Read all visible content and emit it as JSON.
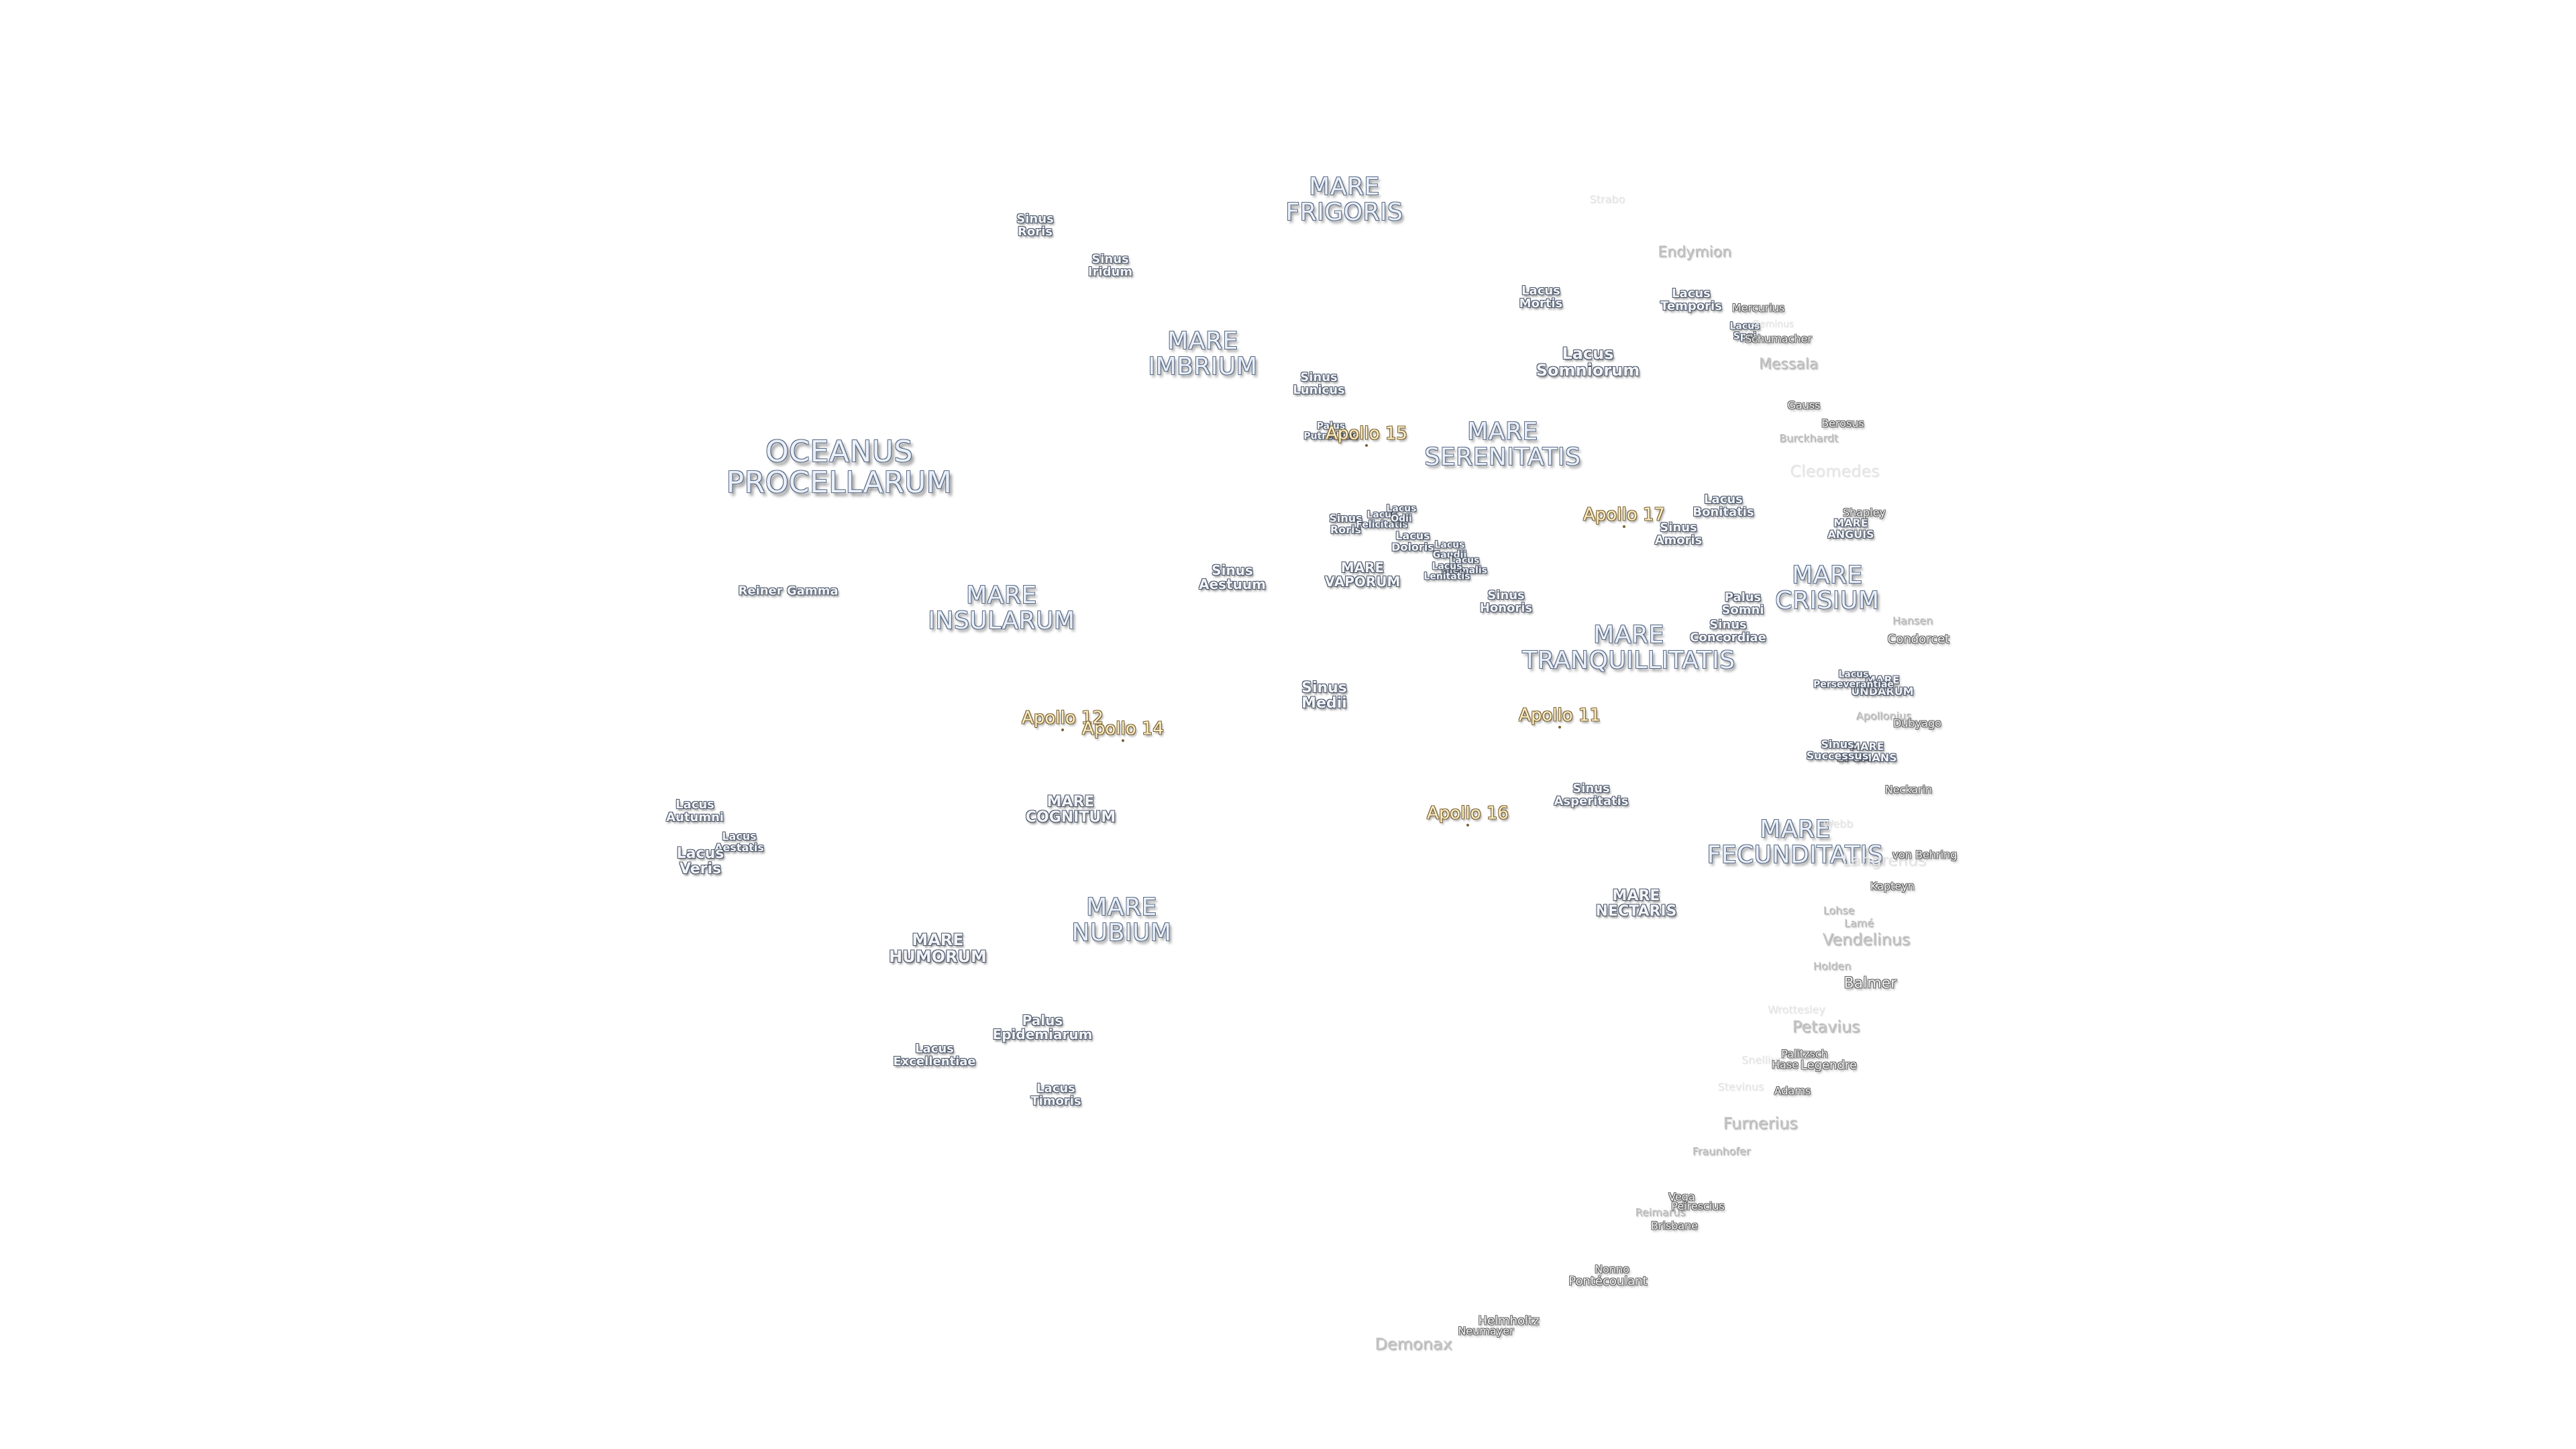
{
  "map": {
    "maria": [
      {
        "id": "mare-frigoris",
        "name": "MARE\nFRIGORIS"
      },
      {
        "id": "mare-imbrium",
        "name": "MARE\nIMBRIUM"
      },
      {
        "id": "oceanus-procellarum",
        "name": "OCEANUS\nPROCELLARUM"
      },
      {
        "id": "mare-serenitatis",
        "name": "MARE\nSERENITATIS"
      },
      {
        "id": "mare-vaporum",
        "name": "MARE\nVAPORUM"
      },
      {
        "id": "mare-insularum",
        "name": "MARE\nINSULARUM"
      },
      {
        "id": "mare-tranquillitatis",
        "name": "MARE\nTRANQUILLITATIS"
      },
      {
        "id": "mare-crisium",
        "name": "MARE\nCRISIUM"
      },
      {
        "id": "mare-anguis",
        "name": "MARE\nANGUIS"
      },
      {
        "id": "mare-undarum",
        "name": "MARE\nUNDARUM"
      },
      {
        "id": "mare-spumans",
        "name": "MARE\nSPUMANS"
      },
      {
        "id": "mare-cognitum",
        "name": "MARE\nCOGNITUM"
      },
      {
        "id": "mare-nubium",
        "name": "MARE\nNUBIUM"
      },
      {
        "id": "mare-humorum",
        "name": "MARE\nHUMORUM"
      },
      {
        "id": "mare-nectaris",
        "name": "MARE\nNECTARIS"
      },
      {
        "id": "mare-fecunditatis",
        "name": "MARE\nFECUNDITATIS"
      }
    ],
    "minor_features": [
      {
        "id": "sinus-roris",
        "name": "Sinus\nRoris"
      },
      {
        "id": "sinus-iridum",
        "name": "Sinus\nIridum"
      },
      {
        "id": "sinus-lunicus",
        "name": "Sinus\nLunicus"
      },
      {
        "id": "palus-putredinis",
        "name": "Palus\nPutredinis"
      },
      {
        "id": "lacus-mortis",
        "name": "Lacus\nMortis"
      },
      {
        "id": "lacus-temporis",
        "name": "Lacus\nTemporis"
      },
      {
        "id": "lacus-spei",
        "name": "Lacus\nSpei"
      },
      {
        "id": "lacus-somniorum",
        "name": "Lacus\nSomniorum"
      },
      {
        "id": "sinus-roris-2",
        "name": "Sinus\nRoris"
      },
      {
        "id": "lacus-felicitatis",
        "name": "Lacus\nFelicitatis"
      },
      {
        "id": "lacus-odii",
        "name": "Lacus\nOdii"
      },
      {
        "id": "lacus-doloris",
        "name": "Lacus\nDoloris"
      },
      {
        "id": "lacus-gaudii",
        "name": "Lacus\nGaudii"
      },
      {
        "id": "lacus-hiemalis",
        "name": "Lacus\nHiemalis"
      },
      {
        "id": "lacus-lenitatis",
        "name": "Lacus\nLenitatis"
      },
      {
        "id": "sinus-aestuum",
        "name": "Sinus\nAestuum"
      },
      {
        "id": "sinus-honoris",
        "name": "Sinus\nHonoris"
      },
      {
        "id": "lacus-bonitatis",
        "name": "Lacus\nBonitatis"
      },
      {
        "id": "sinus-amoris",
        "name": "Sinus\nAmoris"
      },
      {
        "id": "palus-somni",
        "name": "Palus\nSomni"
      },
      {
        "id": "sinus-concordiae",
        "name": "Sinus\nConcordiae"
      },
      {
        "id": "reiner-gamma",
        "name": "Reiner Gamma"
      },
      {
        "id": "sinus-medii",
        "name": "Sinus\nMedii"
      },
      {
        "id": "lacus-perseverantiae",
        "name": "Lacus\nPerseverantiae"
      },
      {
        "id": "sinus-successus",
        "name": "Sinus\nSuccessus"
      },
      {
        "id": "sinus-asperitatis",
        "name": "Sinus\nAsperitatis"
      },
      {
        "id": "lacus-autumni",
        "name": "Lacus\nAutumni"
      },
      {
        "id": "lacus-aestatis",
        "name": "Lacus\nAestatis"
      },
      {
        "id": "lacus-veris",
        "name": "Lacus\nVeris"
      },
      {
        "id": "palus-epidemiarum",
        "name": "Palus\nEpidemiarum"
      },
      {
        "id": "lacus-excellentiae",
        "name": "Lacus\nExcellentiae"
      },
      {
        "id": "lacus-timoris",
        "name": "Lacus\nTimoris"
      }
    ],
    "apollo_sites": [
      {
        "id": "apollo-15",
        "name": "Apollo 15"
      },
      {
        "id": "apollo-17",
        "name": "Apollo 17"
      },
      {
        "id": "apollo-12",
        "name": "Apollo 12"
      },
      {
        "id": "apollo-14",
        "name": "Apollo 14"
      },
      {
        "id": "apollo-11",
        "name": "Apollo 11"
      },
      {
        "id": "apollo-16",
        "name": "Apollo 16"
      }
    ],
    "craters": [
      {
        "id": "strabo",
        "name": "Strabo"
      },
      {
        "id": "endymion",
        "name": "Endymion"
      },
      {
        "id": "mercurius",
        "name": "Mercurius"
      },
      {
        "id": "geminus",
        "name": "Geminus"
      },
      {
        "id": "schumacher",
        "name": "Schumacher"
      },
      {
        "id": "messala",
        "name": "Messala"
      },
      {
        "id": "gauss",
        "name": "Gauss"
      },
      {
        "id": "berosus",
        "name": "Berosus"
      },
      {
        "id": "burckhardt",
        "name": "Burckhardt"
      },
      {
        "id": "cleomedes",
        "name": "Cleomedes"
      },
      {
        "id": "shapley",
        "name": "Shapley"
      },
      {
        "id": "hansen",
        "name": "Hansen"
      },
      {
        "id": "condorcet",
        "name": "Condorcet"
      },
      {
        "id": "apollonius",
        "name": "Apollonius"
      },
      {
        "id": "dubyago",
        "name": "Dubyago"
      },
      {
        "id": "neckarin",
        "name": "Neckarin"
      },
      {
        "id": "webb",
        "name": "Webb"
      },
      {
        "id": "langrenus",
        "name": "Langrenus"
      },
      {
        "id": "von-behring",
        "name": "von Behring"
      },
      {
        "id": "kapteyn",
        "name": "Kapteyn"
      },
      {
        "id": "lohse",
        "name": "Lohse"
      },
      {
        "id": "lame",
        "name": "Lamé"
      },
      {
        "id": "vendelinus",
        "name": "Vendelinus"
      },
      {
        "id": "holden",
        "name": "Holden"
      },
      {
        "id": "balmer",
        "name": "Balmer"
      },
      {
        "id": "wrottesley",
        "name": "Wrottesley"
      },
      {
        "id": "petavius",
        "name": "Petavius"
      },
      {
        "id": "snellius",
        "name": "Snellius"
      },
      {
        "id": "palitzsch",
        "name": "Palitzsch"
      },
      {
        "id": "hase",
        "name": "Hase"
      },
      {
        "id": "legendre",
        "name": "Legendre"
      },
      {
        "id": "stevinus",
        "name": "Stevinus"
      },
      {
        "id": "adams",
        "name": "Adams"
      },
      {
        "id": "furnerius",
        "name": "Furnerius"
      },
      {
        "id": "fraunhofer",
        "name": "Fraunhofer"
      },
      {
        "id": "vega",
        "name": "Vega"
      },
      {
        "id": "reimarus",
        "name": "Reimarus"
      },
      {
        "id": "peirescius",
        "name": "Peirescius"
      },
      {
        "id": "brisbane",
        "name": "Brisbane"
      },
      {
        "id": "nonno",
        "name": "Nonno"
      },
      {
        "id": "pontecoulant",
        "name": "Pontécoulant"
      },
      {
        "id": "helmholtz",
        "name": "Helmholtz"
      },
      {
        "id": "neumayer",
        "name": "Neumayer"
      },
      {
        "id": "demonax",
        "name": "Demonax"
      }
    ]
  }
}
